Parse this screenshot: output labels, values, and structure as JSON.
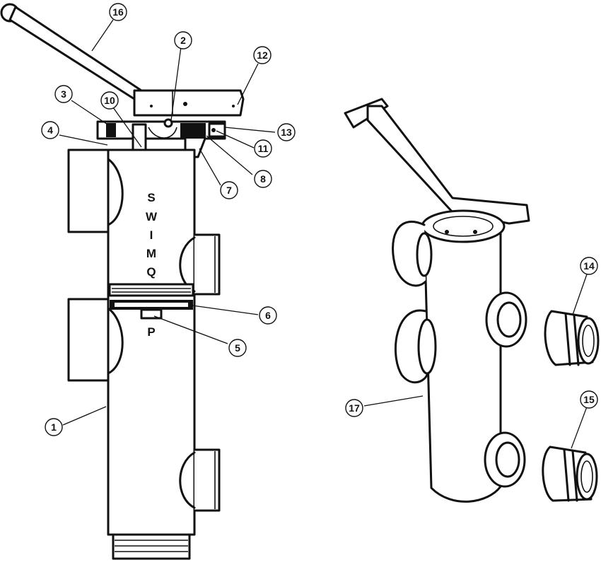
{
  "diagram": {
    "brand_letters": [
      "S",
      "W",
      "I",
      "M",
      "Q",
      "P"
    ],
    "callouts": [
      {
        "id": "c1",
        "label": "1"
      },
      {
        "id": "c2",
        "label": "2"
      },
      {
        "id": "c3",
        "label": "3"
      },
      {
        "id": "c4",
        "label": "4"
      },
      {
        "id": "c5",
        "label": "5"
      },
      {
        "id": "c6",
        "label": "6"
      },
      {
        "id": "c7",
        "label": "7"
      },
      {
        "id": "c8",
        "label": "8"
      },
      {
        "id": "c10",
        "label": "10"
      },
      {
        "id": "c11",
        "label": "11"
      },
      {
        "id": "c12",
        "label": "12"
      },
      {
        "id": "c13",
        "label": "13"
      },
      {
        "id": "c14",
        "label": "14"
      },
      {
        "id": "c15",
        "label": "15"
      },
      {
        "id": "c16",
        "label": "16"
      },
      {
        "id": "c17",
        "label": "17"
      }
    ]
  }
}
